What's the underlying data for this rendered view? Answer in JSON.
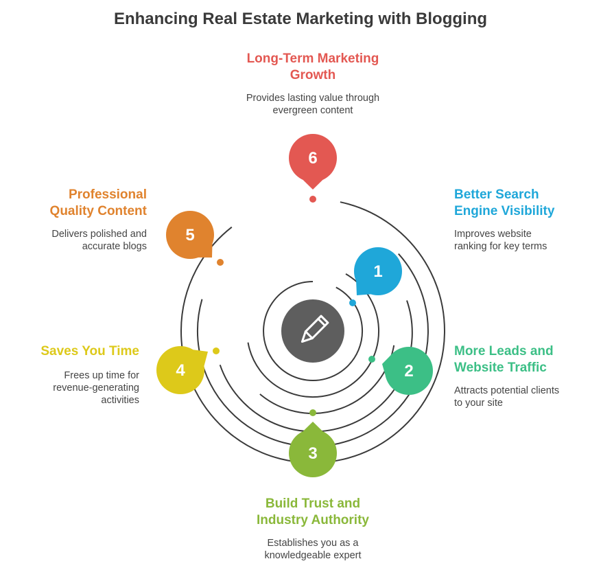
{
  "title": "Enhancing Real Estate Marketing with Blogging",
  "center_icon": "pencil-icon",
  "steps": [
    {
      "number": "1",
      "heading_line1": "Better Search",
      "heading_line2": "Engine Visibility",
      "desc_line1": "Improves website",
      "desc_line2": "ranking for key terms",
      "desc_line3": "",
      "color": "#1fa7d9"
    },
    {
      "number": "2",
      "heading_line1": "More Leads and",
      "heading_line2": "Website Traffic",
      "desc_line1": "Attracts potential clients",
      "desc_line2": "to your site",
      "desc_line3": "",
      "color": "#3cbf86"
    },
    {
      "number": "3",
      "heading_line1": "Build Trust and",
      "heading_line2": "Industry Authority",
      "desc_line1": "Establishes you as a",
      "desc_line2": "knowledgeable expert",
      "desc_line3": "",
      "color": "#8ab83a"
    },
    {
      "number": "4",
      "heading_line1": "Saves You Time",
      "heading_line2": "",
      "desc_line1": "Frees up time for",
      "desc_line2": "revenue-generating",
      "desc_line3": "activities",
      "color": "#ddc91a"
    },
    {
      "number": "5",
      "heading_line1": "Professional",
      "heading_line2": "Quality Content",
      "desc_line1": "Delivers polished and",
      "desc_line2": "accurate blogs",
      "desc_line3": "",
      "color": "#e0832e"
    },
    {
      "number": "6",
      "heading_line1": "Long-Term Marketing",
      "heading_line2": "Growth",
      "desc_line1": "Provides lasting value through",
      "desc_line2": "evergreen content",
      "desc_line3": "",
      "color": "#e35852"
    }
  ]
}
